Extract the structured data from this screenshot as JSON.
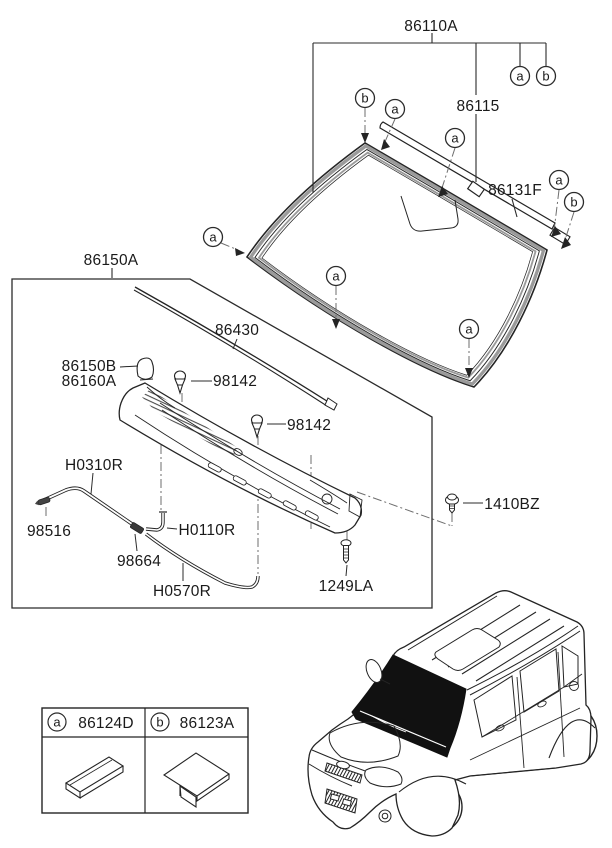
{
  "callouts": {
    "a": "a",
    "b": "b"
  },
  "labels": {
    "windshield_assy": "86110A",
    "pad": "86115",
    "moulding": "86131F",
    "cowl_assy": "86150A",
    "cowl_strip": "86430",
    "clip_b": "86150B",
    "clip_a": "86160A",
    "clip_98142": "98142",
    "hose_front": "H0310R",
    "valve": "98516",
    "hose_mid": "H0110R",
    "connector": "98664",
    "hose_rear": "H0570R",
    "screw": "1410BZ",
    "bolt": "1249LA"
  },
  "legend": {
    "item_a": {
      "letter": "a",
      "part": "86124D"
    },
    "item_b": {
      "letter": "b",
      "part": "86123A"
    }
  },
  "colors": {
    "line": "#2b2b2b",
    "band": "#9a9a9a",
    "dash": "#6e6e6e"
  }
}
